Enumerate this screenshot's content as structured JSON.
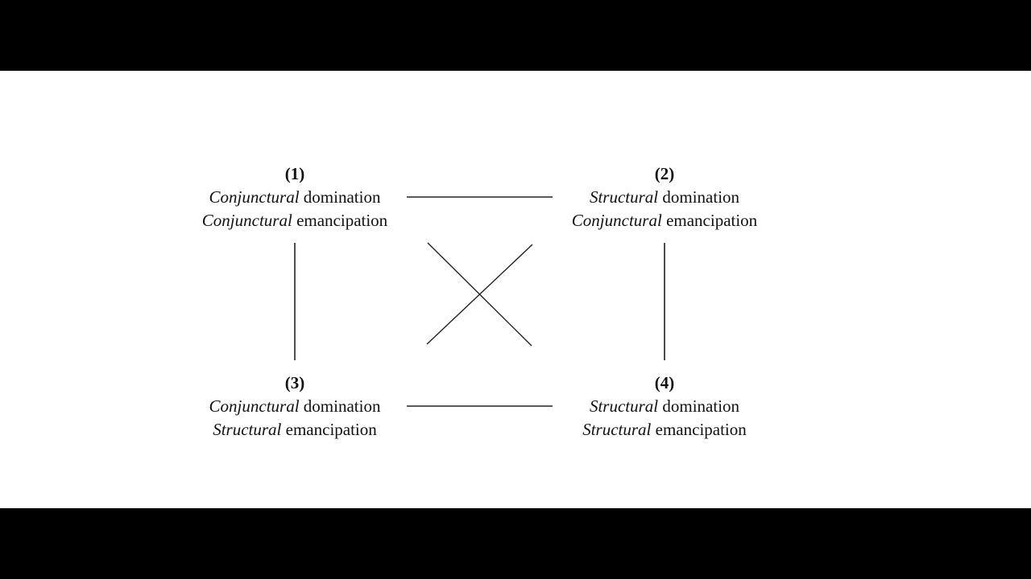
{
  "diagram": {
    "nodes": [
      {
        "number": "(1)",
        "domination_qualifier": "Conjunctural",
        "domination_word": "domination",
        "emancipation_qualifier": "Conjunctural",
        "emancipation_word": "emancipation"
      },
      {
        "number": "(2)",
        "domination_qualifier": "Structural",
        "domination_word": "domination",
        "emancipation_qualifier": "Conjunctural",
        "emancipation_word": "emancipation"
      },
      {
        "number": "(3)",
        "domination_qualifier": "Conjunctural",
        "domination_word": "domination",
        "emancipation_qualifier": "Structural",
        "emancipation_word": "emancipation"
      },
      {
        "number": "(4)",
        "domination_qualifier": "Structural",
        "domination_word": "domination",
        "emancipation_qualifier": "Structural",
        "emancipation_word": "emancipation"
      }
    ],
    "edges": [
      {
        "from": "(1)",
        "to": "(2)",
        "orientation": "horizontal"
      },
      {
        "from": "(3)",
        "to": "(4)",
        "orientation": "horizontal"
      },
      {
        "from": "(1)",
        "to": "(3)",
        "orientation": "vertical"
      },
      {
        "from": "(2)",
        "to": "(4)",
        "orientation": "vertical"
      },
      {
        "from": "(1)",
        "to": "(4)",
        "orientation": "diagonal"
      },
      {
        "from": "(2)",
        "to": "(3)",
        "orientation": "diagonal"
      }
    ],
    "colors": {
      "background": "#ffffff",
      "letterbox": "#000000",
      "ink": "#111111"
    }
  }
}
